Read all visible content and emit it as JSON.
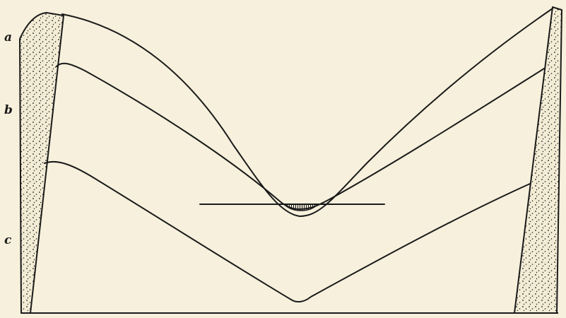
{
  "labels": {
    "a": "a",
    "b": "b",
    "c": "c"
  },
  "colors": {
    "background": "#f6f0dc",
    "ink": "#1a1a1a",
    "stipple_fill": "#f3ecd5"
  }
}
